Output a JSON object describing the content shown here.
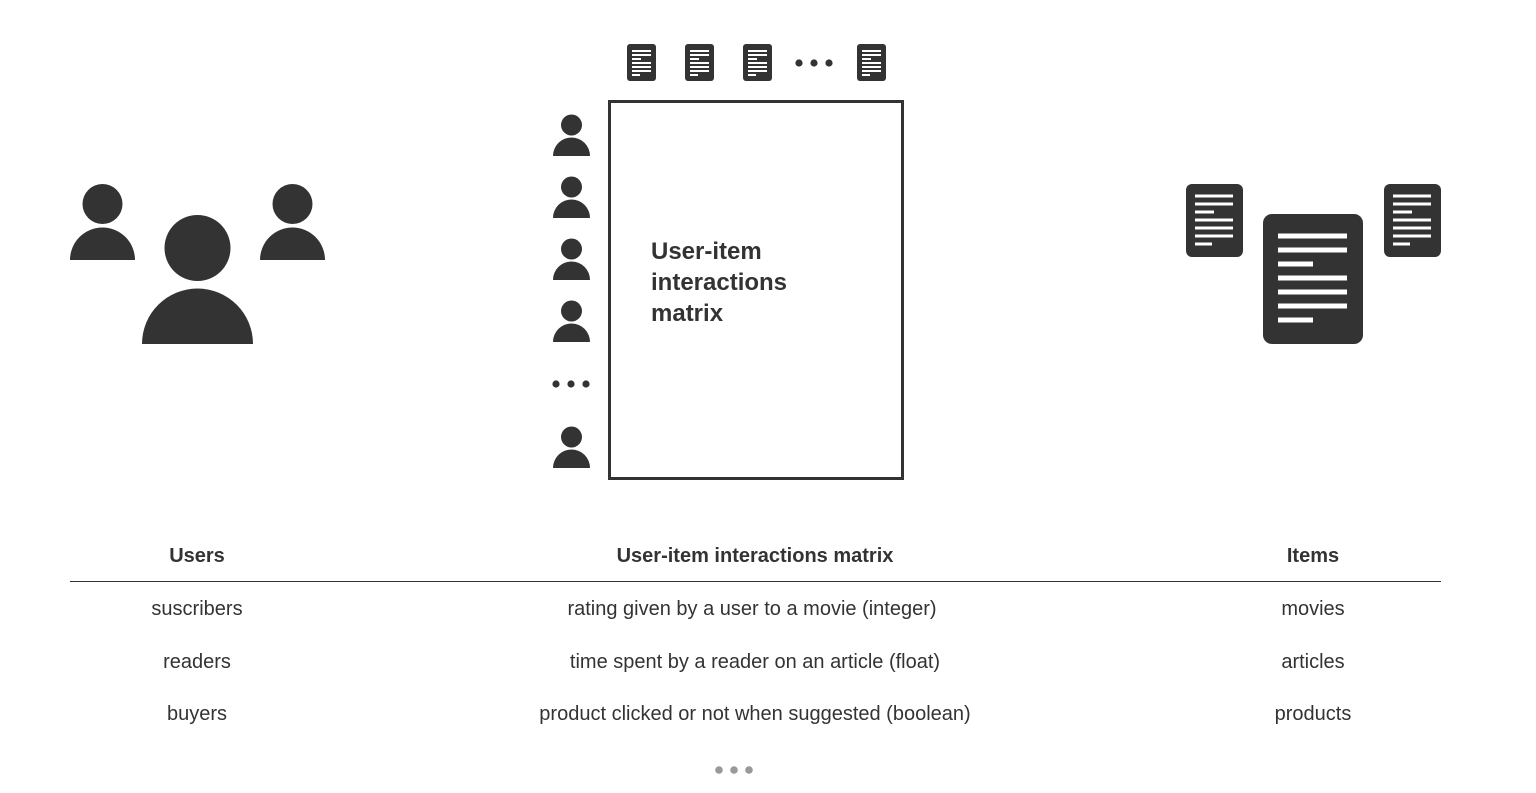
{
  "diagram": {
    "matrix_label_lines": [
      "User-item",
      "interactions",
      "matrix"
    ]
  },
  "table": {
    "headers": {
      "users": "Users",
      "matrix": "User-item interactions matrix",
      "items": "Items"
    },
    "rows": [
      {
        "users": "suscribers",
        "matrix": "rating given by a user to a movie (integer)",
        "items": "movies"
      },
      {
        "users": "readers",
        "matrix": "time spent by a reader on an article (float)",
        "items": "articles"
      },
      {
        "users": "buyers",
        "matrix": "product clicked or not when suggested (boolean)",
        "items": "products"
      }
    ]
  },
  "icons": {
    "user": "person-icon",
    "item": "document-icon",
    "ellipsis": "ellipsis-icon"
  },
  "colors": {
    "ink": "#333333",
    "muted_dots": "#999999",
    "background": "#ffffff"
  }
}
